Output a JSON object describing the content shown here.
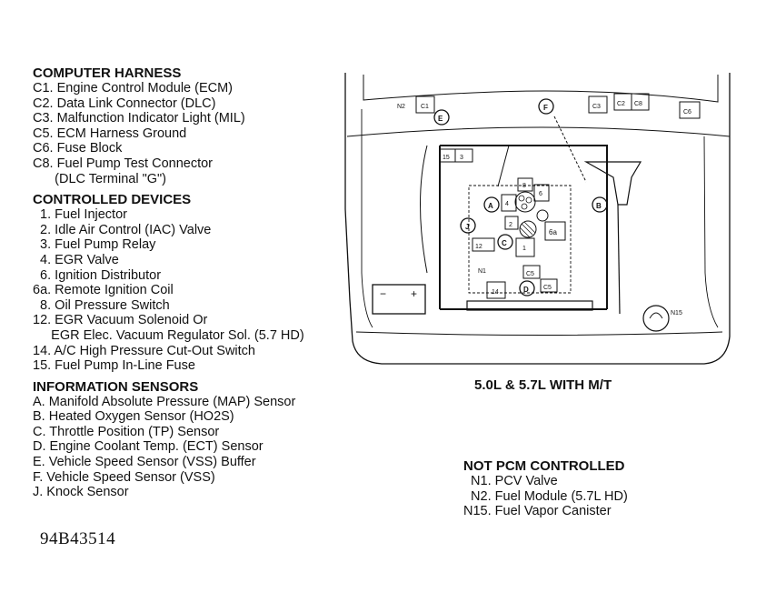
{
  "computer_harness": {
    "title": "COMPUTER HARNESS",
    "items": [
      "C1. Engine Control Module (ECM)",
      "C2. Data Link Connector (DLC)",
      "C3. Malfunction Indicator Light (MIL)",
      "C5. ECM Harness Ground",
      "C6. Fuse Block",
      "C8. Fuel Pump Test Connector",
      "      (DLC Terminal \"G\")"
    ]
  },
  "controlled_devices": {
    "title": "CONTROLLED DEVICES",
    "items": [
      "  1. Fuel Injector",
      "  2. Idle Air Control (IAC) Valve",
      "  3. Fuel Pump Relay",
      "  4. EGR Valve",
      "  6. Ignition Distributor",
      "6a. Remote Ignition Coil",
      "  8. Oil Pressure Switch",
      "12. EGR Vacuum Solenoid Or",
      "     EGR Elec. Vacuum Regulator Sol. (5.7 HD)",
      "14. A/C High Pressure Cut-Out Switch",
      "15. Fuel Pump In-Line Fuse"
    ]
  },
  "information_sensors": {
    "title": "INFORMATION SENSORS",
    "items": [
      "A. Manifold Absolute Pressure (MAP) Sensor",
      "B. Heated Oxygen Sensor (HO2S)",
      "C. Throttle Position (TP) Sensor",
      "D. Engine Coolant Temp. (ECT) Sensor",
      "E. Vehicle Speed Sensor (VSS) Buffer",
      "F. Vehicle Speed Sensor (VSS)",
      "J. Knock Sensor"
    ]
  },
  "diagram_code": "94B43514",
  "diagram_caption": "5.0L & 5.7L WITH M/T",
  "not_pcm_controlled": {
    "title": "NOT PCM CONTROLLED",
    "items": [
      "  N1. PCV Valve",
      "  N2. Fuel Module (5.7L HD)",
      "N15. Fuel Vapor Canister"
    ]
  },
  "diagram_labels": {
    "n2": "N2",
    "c1": "C1",
    "e": "E",
    "f": "F",
    "c3": "C3",
    "c2": "C2",
    "c8": "C8",
    "c6": "C6",
    "box15": "15",
    "box3": "3",
    "a": "A",
    "box4": "4",
    "box8": "8",
    "box6": "6",
    "b": "B",
    "j": "J",
    "box2": "2",
    "box12": "12",
    "box1": "1",
    "c": "C",
    "box6a": "6a",
    "n1": "N1",
    "c5a": "C5",
    "box14": "14",
    "d": "D",
    "c5b": "C5",
    "n15": "N15",
    "batt_minus": "−",
    "batt_plus": "+"
  }
}
